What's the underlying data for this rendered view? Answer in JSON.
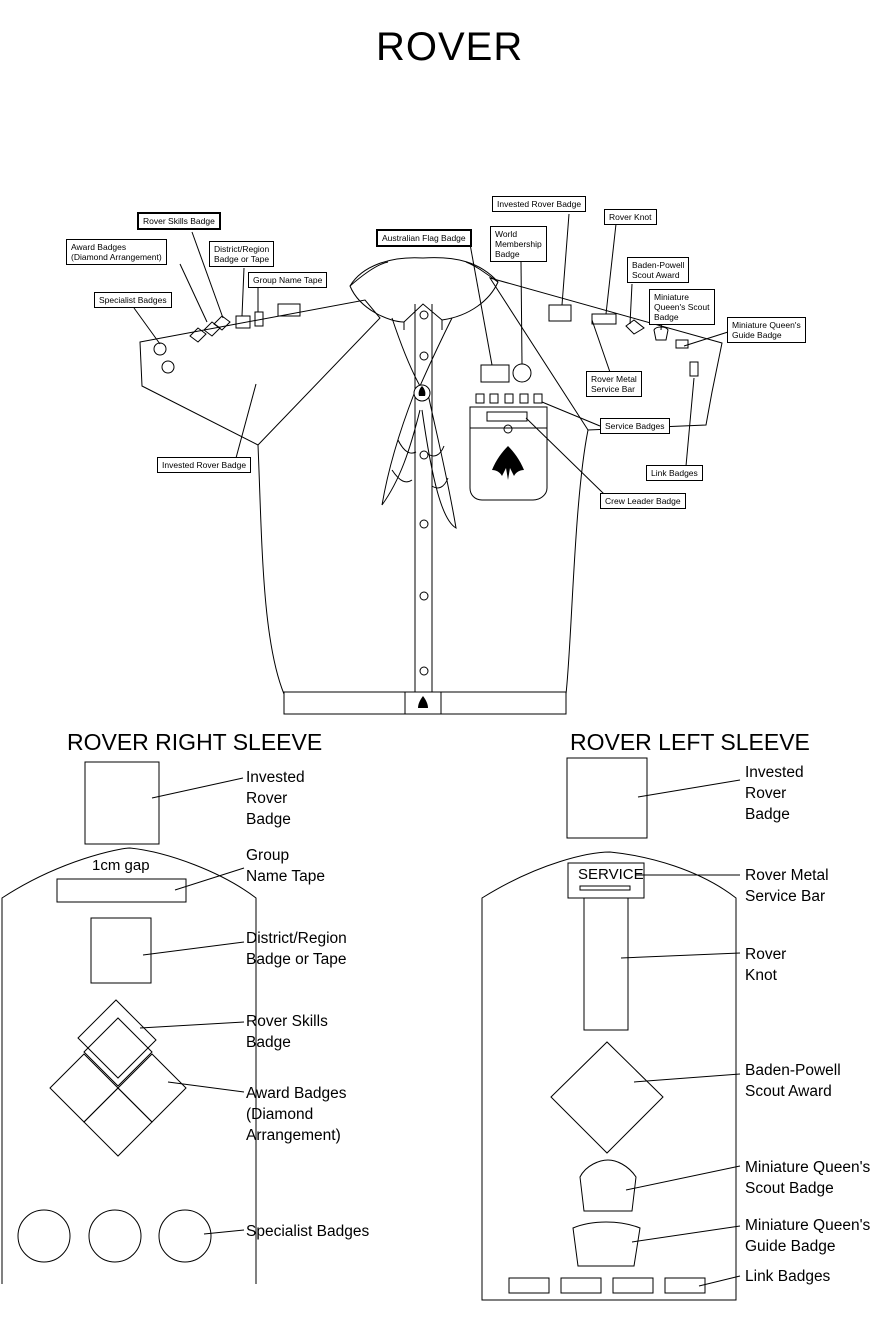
{
  "title": "ROVER",
  "shirt_labels": {
    "rover_skills": "Rover Skills Badge",
    "award_badges_1": "Award Badges",
    "award_badges_2": "(Diamond Arrangement)",
    "district_1": "District/Region",
    "district_2": "Badge or Tape",
    "group_name_tape": "Group Name Tape",
    "specialist": "Specialist Badges",
    "invested_left": "Invested Rover Badge",
    "australian_flag": "Australian Flag Badge",
    "world_1": "World",
    "world_2": "Membership",
    "world_3": "Badge",
    "invested_top": "Invested Rover Badge",
    "rover_knot": "Rover Knot",
    "bp_1": "Baden-Powell",
    "bp_2": "Scout Award",
    "mq_scout_1": "Miniature",
    "mq_scout_2": "Queen's Scout",
    "mq_scout_3": "Badge",
    "mq_guide_1": "Miniature Queen's",
    "mq_guide_2": "Guide Badge",
    "metal_bar_1": "Rover Metal",
    "metal_bar_2": "Service Bar",
    "service_badges": "Service Badges",
    "link_badges": "Link Badges",
    "crew_leader": "Crew Leader Badge"
  },
  "right_sleeve": {
    "title": "ROVER RIGHT SLEEVE",
    "gap_note": "1cm gap",
    "labels": [
      [
        "Invested",
        "Rover",
        "Badge"
      ],
      [
        "Group",
        "Name Tape"
      ],
      [
        "District/Region",
        "Badge or Tape"
      ],
      [
        "Rover Skills",
        "Badge"
      ],
      [
        "Award Badges",
        "(Diamond",
        "Arrangement)"
      ],
      [
        "Specialist Badges"
      ]
    ]
  },
  "left_sleeve": {
    "title": "ROVER LEFT SLEEVE",
    "service_text": "SERVICE",
    "labels": [
      [
        "Invested",
        "Rover",
        "Badge"
      ],
      [
        "Rover Metal",
        "Service Bar"
      ],
      [
        "Rover",
        "Knot"
      ],
      [
        "Baden-Powell",
        "Scout Award"
      ],
      [
        "Miniature Queen's",
        "Scout Badge"
      ],
      [
        "Miniature Queen's",
        "Guide Badge"
      ],
      [
        "Link Badges"
      ]
    ]
  }
}
